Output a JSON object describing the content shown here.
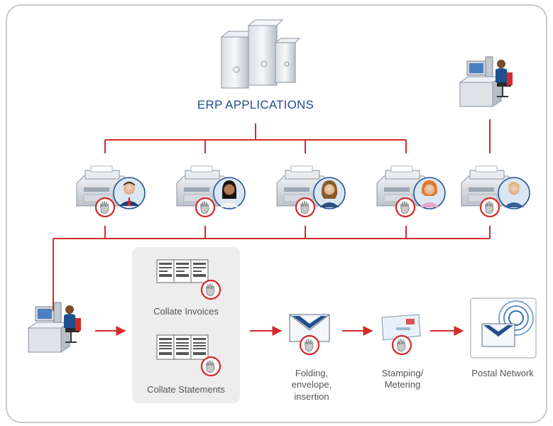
{
  "diagram": {
    "erp_label": "ERP APPLICATIONS",
    "steps": {
      "collate_invoices": "Collate Invoices",
      "collate_statements": "Collate Statements",
      "folding": [
        "Folding,",
        "envelope,",
        "insertion"
      ],
      "stamping": [
        "Stamping/",
        "Metering"
      ],
      "postal": "Postal Network"
    },
    "printers": [
      {
        "user": "man-with-tie"
      },
      {
        "user": "woman-dark-hair"
      },
      {
        "user": "woman-brown-hair"
      },
      {
        "user": "woman-red-hair"
      },
      {
        "user": "man-blonde"
      }
    ],
    "colors": {
      "connector": "#d42a2a",
      "title": "#1f4f8f",
      "border": "#c9c9c9",
      "panel": "#ededed",
      "hand_ring": "#d42a2a"
    }
  }
}
